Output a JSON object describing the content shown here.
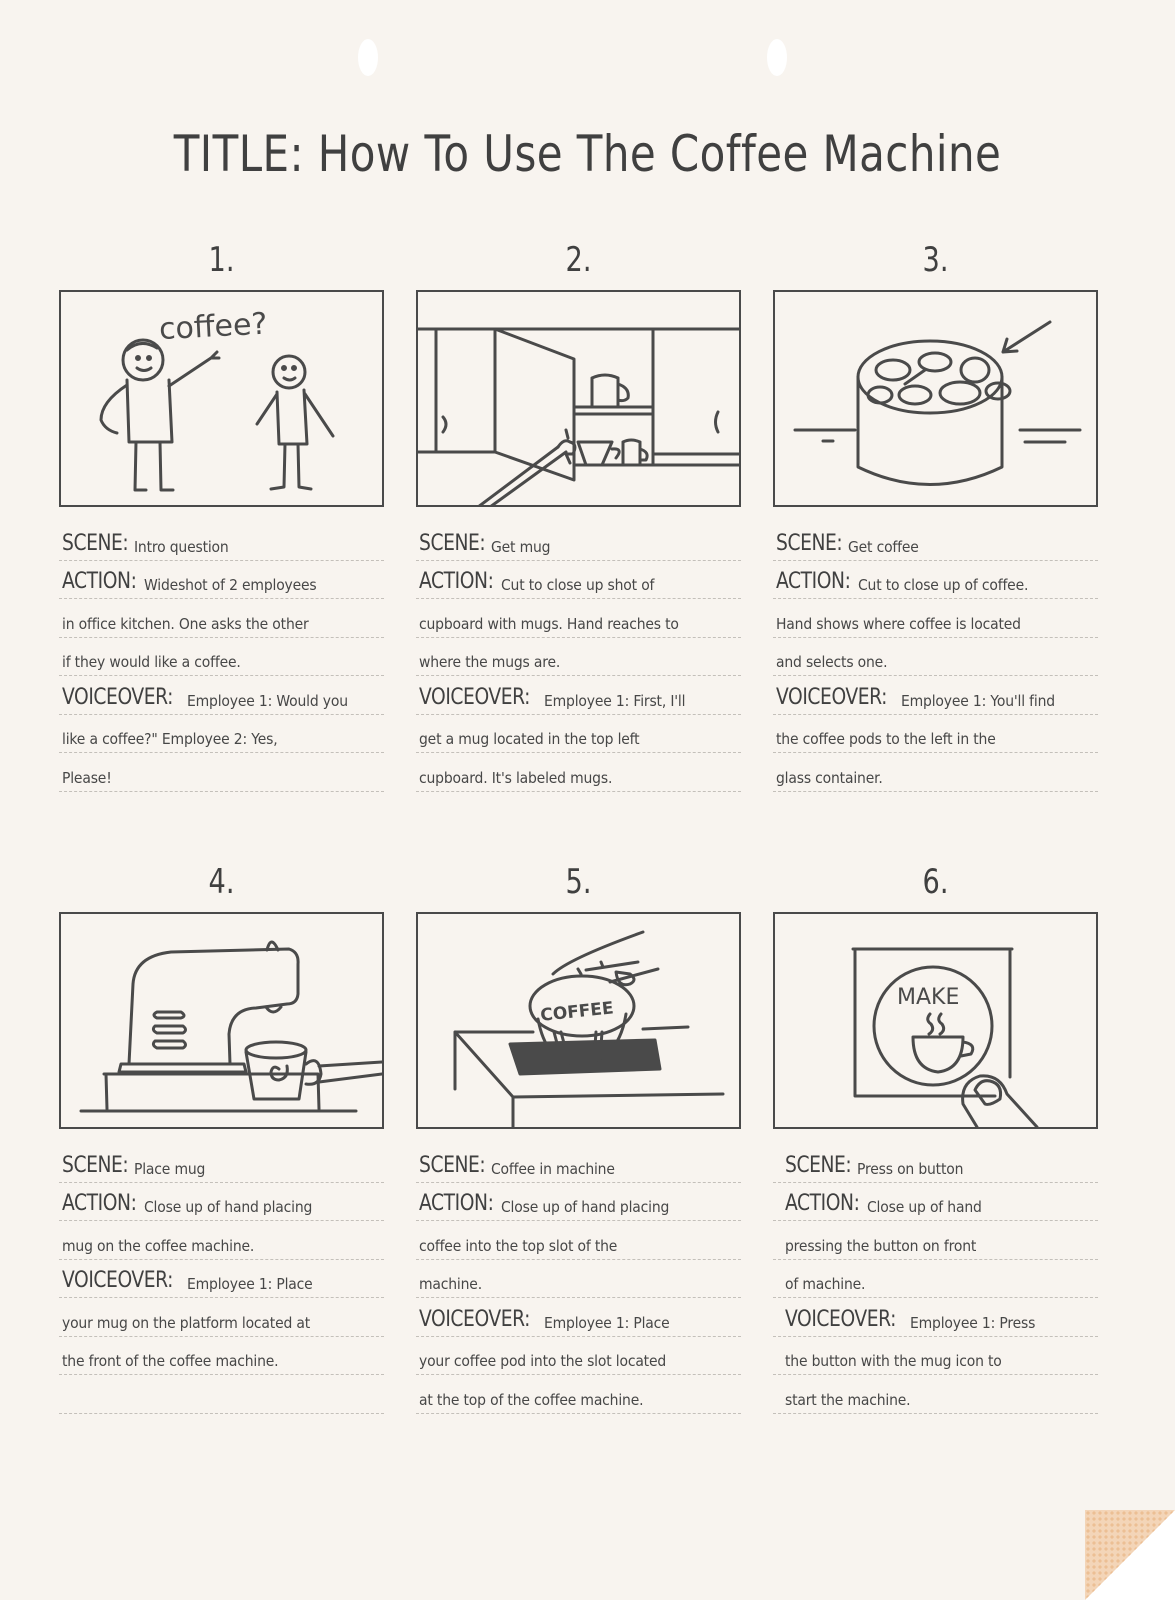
{
  "page": {
    "title": "TITLE: How To Use The Coffee Machine",
    "background_color": "#f8f4ef",
    "ink_color": "#4a4a4a",
    "corner_fold_color": "#f3d5b8"
  },
  "labels": {
    "scene": "SCENE:",
    "action": "ACTION:",
    "voiceover": "VOICEOVER:"
  },
  "panels": [
    {
      "number": "1.",
      "sketch": "two-stick-figures",
      "sketch_text": "coffee?",
      "lines": [
        {
          "key": "SCENE:",
          "value": "Intro question"
        },
        {
          "key": "ACTION:",
          "value": "Wideshot of 2 employees"
        },
        {
          "key": "",
          "value": "in office kitchen. One asks the other"
        },
        {
          "key": "",
          "value": "if they would like a coffee."
        },
        {
          "key": "VOICEOVER:",
          "value": "Employee 1: Would you"
        },
        {
          "key": "",
          "value": "like a coffee?\"  Employee 2: Yes,"
        },
        {
          "key": "",
          "value": "Please!"
        }
      ]
    },
    {
      "number": "2.",
      "sketch": "cupboard-with-mugs",
      "lines": [
        {
          "key": "SCENE:",
          "value": "Get mug"
        },
        {
          "key": "ACTION:",
          "value": "Cut to close up shot of"
        },
        {
          "key": "",
          "value": "cupboard with mugs. Hand reaches to"
        },
        {
          "key": "",
          "value": "where the mugs are."
        },
        {
          "key": "VOICEOVER:",
          "value": "Employee 1: First, I'll"
        },
        {
          "key": "",
          "value": "get a mug located in the top left"
        },
        {
          "key": "",
          "value": "cupboard. It's labeled mugs."
        }
      ]
    },
    {
      "number": "3.",
      "sketch": "coffee-pod-container",
      "lines": [
        {
          "key": "SCENE:",
          "value": "Get coffee"
        },
        {
          "key": "ACTION:",
          "value": "Cut to close up of coffee."
        },
        {
          "key": "",
          "value": "Hand shows where coffee is located"
        },
        {
          "key": "",
          "value": "and selects one."
        },
        {
          "key": "VOICEOVER:",
          "value": "Employee 1: You'll find"
        },
        {
          "key": "",
          "value": "the coffee pods to the left in the"
        },
        {
          "key": "",
          "value": "glass container."
        }
      ]
    },
    {
      "number": "4.",
      "sketch": "coffee-machine-with-mug",
      "lines": [
        {
          "key": "SCENE:",
          "value": "Place mug"
        },
        {
          "key": "ACTION:",
          "value": "Close up of hand placing"
        },
        {
          "key": "",
          "value": "mug on the coffee machine."
        },
        {
          "key": "VOICEOVER:",
          "value": "Employee 1: Place"
        },
        {
          "key": "",
          "value": "your mug on the platform located at"
        },
        {
          "key": "",
          "value": "the front of the coffee machine."
        },
        {
          "key": "",
          "value": ""
        }
      ]
    },
    {
      "number": "5.",
      "sketch": "coffee-pod-in-slot",
      "sketch_text": "COFFEE",
      "lines": [
        {
          "key": "SCENE:",
          "value": "Coffee in machine"
        },
        {
          "key": "ACTION:",
          "value": "Close up of hand placing"
        },
        {
          "key": "",
          "value": "coffee into the top slot of the"
        },
        {
          "key": "",
          "value": "machine."
        },
        {
          "key": "VOICEOVER:",
          "value": "Employee 1: Place"
        },
        {
          "key": "",
          "value": "your coffee pod into the slot located"
        },
        {
          "key": "",
          "value": "at the top of the coffee machine."
        }
      ]
    },
    {
      "number": "6.",
      "sketch": "make-button-press",
      "sketch_text": "MAKE",
      "lines": [
        {
          "key": "SCENE:",
          "value": "Press on button"
        },
        {
          "key": "ACTION:",
          "value": "Close up of hand"
        },
        {
          "key": "",
          "value": "pressing the button on front"
        },
        {
          "key": "",
          "value": "of machine."
        },
        {
          "key": "VOICEOVER:",
          "value": "Employee 1: Press"
        },
        {
          "key": "",
          "value": "the button with the mug icon to"
        },
        {
          "key": "",
          "value": "start the machine."
        }
      ]
    }
  ]
}
